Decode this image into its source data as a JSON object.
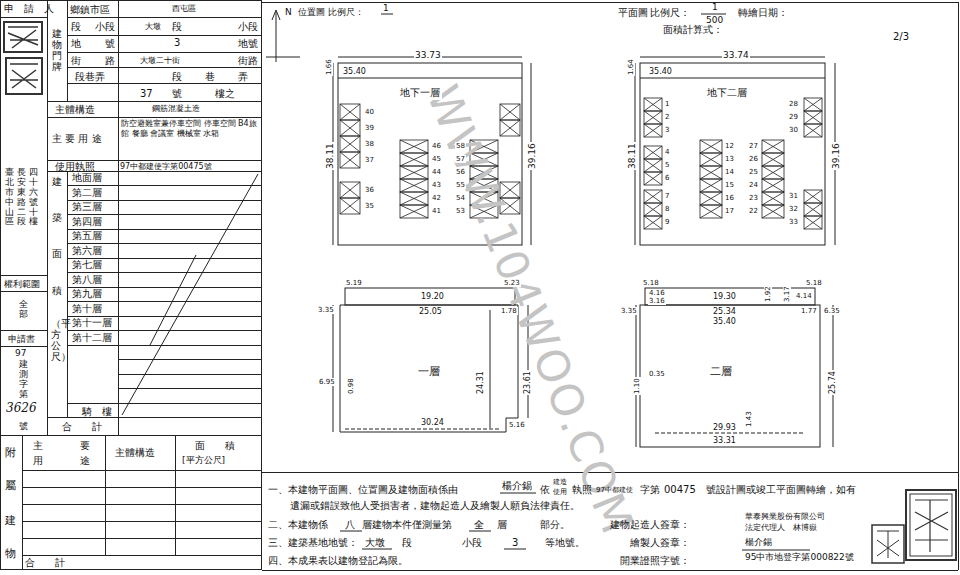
{
  "diagram": {
    "nodes": [
      {
        "text": [
          "地下一層"
        ]
      },
      {
        "text": [
          "地下二層"
        ]
      },
      {
        "text": [
          "一層"
        ]
      },
      {
        "text": [
          "二層"
        ]
      }
    ],
    "labels": [
      "申　請　人",
      "臺北市中山區",
      "長安東路二段",
      "四十六號十樓",
      "建物門牌",
      "鄉鎮市區",
      "西屯區",
      "段",
      "小段",
      "大墩",
      "段",
      "小段",
      "地",
      "號",
      "3",
      "地號",
      "街",
      "路",
      "大墩二十街",
      "街路",
      "段巷弄",
      "段",
      "巷",
      "弄",
      "37",
      "號",
      "樓之",
      "主體構造",
      "鋼筋混凝土造",
      "主 要 用 途",
      "防空避難室兼停車空間 停車空間 B4旅館 餐廳 會議室 機械室 水箱",
      "使用執照",
      "97中都建使字第00475號",
      "地面層",
      "第二層",
      "第三層",
      "第四層",
      "第五層",
      "第六層",
      "第七層",
      "第八層",
      "第九層",
      "第十層",
      "第十一層",
      "第十二層",
      "建",
      "築",
      "面",
      "積",
      "（平方公尺）",
      "騎　樓",
      "合　　計",
      "權利範圍",
      "全部",
      "申請書",
      "97",
      "建測字第",
      "3626",
      "號",
      "附",
      "屬",
      "建",
      "物",
      "主",
      "要",
      "用",
      "途",
      "主體構造",
      "面　　積",
      "[平方公尺]",
      "合　　計",
      "N",
      "位置圖",
      "比例尺：",
      "1",
      "平面圖",
      "比例尺：",
      "1",
      "500",
      "轉繪日期：",
      "面積計算式：",
      "2/3",
      "33.73",
      "35.40",
      "1.66",
      "38.11",
      "39.16",
      "40",
      "39",
      "38",
      "37",
      "36",
      "35",
      "46",
      "45",
      "44",
      "43",
      "42",
      "41",
      "58",
      "57",
      "56",
      "55",
      "54",
      "53",
      "33.74",
      "35.40",
      "1.64",
      "38.11",
      "39.16",
      "1",
      "2",
      "3",
      "4",
      "5",
      "6",
      "7",
      "8",
      "9",
      "12",
      "13",
      "14",
      "15",
      "16",
      "17",
      "27",
      "26",
      "25",
      "24",
      "23",
      "22",
      "28",
      "29",
      "30",
      "31",
      "32",
      "33",
      "5.19",
      "19.20",
      "5.23",
      "25.05",
      "1.78",
      "3.35",
      "6.95",
      "0.98",
      "24.31",
      "23.61",
      "30.24",
      "5.16",
      "5.18",
      "4.16",
      "3.16",
      "19.30",
      "1.92",
      "3.17",
      "4.14",
      "5.18",
      "25.34",
      "1.77",
      "3.35",
      "35.40",
      "6.35",
      "1.10",
      "0.35",
      "25.74",
      "1.43",
      "29.93",
      "33.31",
      "一、本建物平面圖、位置圖及建物面積係由",
      "楊介錫",
      "依",
      "建造",
      "使用",
      "執照",
      "97中都建使",
      "字第",
      "00475",
      "號設計圖或竣工平面圖轉繪，如有",
      "遺漏或錯誤致他人受損害者，建物起造人及繪製人願負法律責任。",
      "二、本建物係",
      "八",
      "層建物本件僅測量第",
      "全",
      "層",
      "部分。",
      "建物起造人簽章：",
      "三、建築基地地號：",
      "大墩",
      "段",
      "小段",
      "3",
      "等地號。",
      "繪製人簽章：",
      "四、本成果表以建物登記為限。",
      "開業證照字號：",
      "華泰興業股份有限公司",
      "法定代理人",
      "林博嶽",
      "楊介錫",
      "95中市地登字第000822號",
      "WWW.104WOO.COM"
    ]
  }
}
